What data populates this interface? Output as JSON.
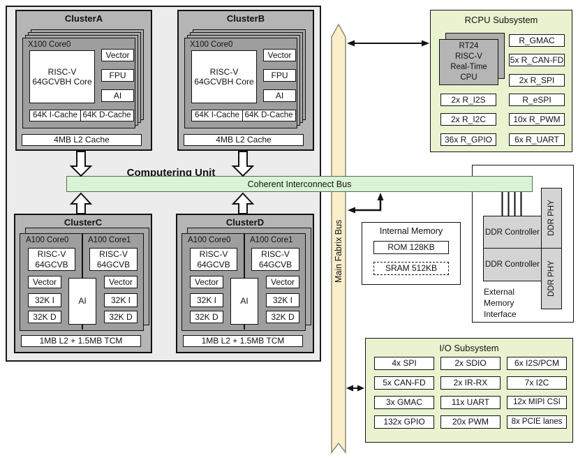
{
  "computing_unit": {
    "title": "Computering Unit",
    "clusters_top": [
      {
        "title": "ClusterA",
        "core_label": "X100 Core0",
        "core_name": "RISC-V\n64GCVBH Core",
        "vector": "Vector",
        "fpu": "FPU",
        "ai": "AI",
        "icache": "64K I-Cache",
        "dcache": "64K D-Cache",
        "l2": "4MB L2 Cache"
      },
      {
        "title": "ClusterB",
        "core_label": "X100 Core0",
        "core_name": "RISC-V\n64GCVBH Core",
        "vector": "Vector",
        "fpu": "FPU",
        "ai": "AI",
        "icache": "64K I-Cache",
        "dcache": "64K D-Cache",
        "l2": "4MB L2 Cache"
      }
    ],
    "clusters_bottom": [
      {
        "title": "ClusterC",
        "core0_label": "A100 Core0",
        "core1_label": "A100 Core1",
        "core_name": "RISC-V\n64GCVB",
        "vector": "Vector",
        "icache": "32K I",
        "dcache": "32K D",
        "ai": "AI",
        "l2": "1MB L2 + 1.5MB TCM"
      },
      {
        "title": "ClusterD",
        "core0_label": "A100 Core0",
        "core1_label": "A100 Core1",
        "core_name": "RISC-V\n64GCVB",
        "vector": "Vector",
        "icache": "32K I",
        "dcache": "32K D",
        "ai": "AI",
        "l2": "1MB L2 + 1.5MB TCM"
      }
    ]
  },
  "buses": {
    "coherent": {
      "label": "Coherent Interconnect Bus",
      "fill": "#d9f4d5"
    },
    "main": {
      "label": "Main Fabrix Bus",
      "fill": "#faeecb"
    }
  },
  "rcpu": {
    "title": "RCPU Subsystem",
    "cpu": "RT24\nRISC-V\nReal-Time\nCPU",
    "left_items": [
      "2x R_I2S",
      "2x R_I2C",
      "36x R_GPIO"
    ],
    "right_items": [
      "R_GMAC",
      "5x R_CAN-FD",
      "2x R_SPI",
      "R_eSPI",
      "10x R_PWM",
      "6x R_UART"
    ]
  },
  "internal_memory": {
    "title": "Internal Memory",
    "rom": "ROM 128KB",
    "sram": "SRAM 512KB"
  },
  "external_memory": {
    "label": "External\nMemory\nInterface",
    "controller": "DDR Controller",
    "phy": "DDR PHY"
  },
  "io": {
    "title": "I/O Subsystem",
    "rows": [
      [
        "4x SPI",
        "2x SDIO",
        "6x I2S/PCM"
      ],
      [
        "5x CAN-FD",
        "2x IR-RX",
        "7x I2C"
      ],
      [
        "3x GMAC",
        "11x UART",
        "12x MIPI CSI"
      ],
      [
        "132x GPIO",
        "20x PWM",
        "8x PCIE lanes"
      ]
    ]
  }
}
